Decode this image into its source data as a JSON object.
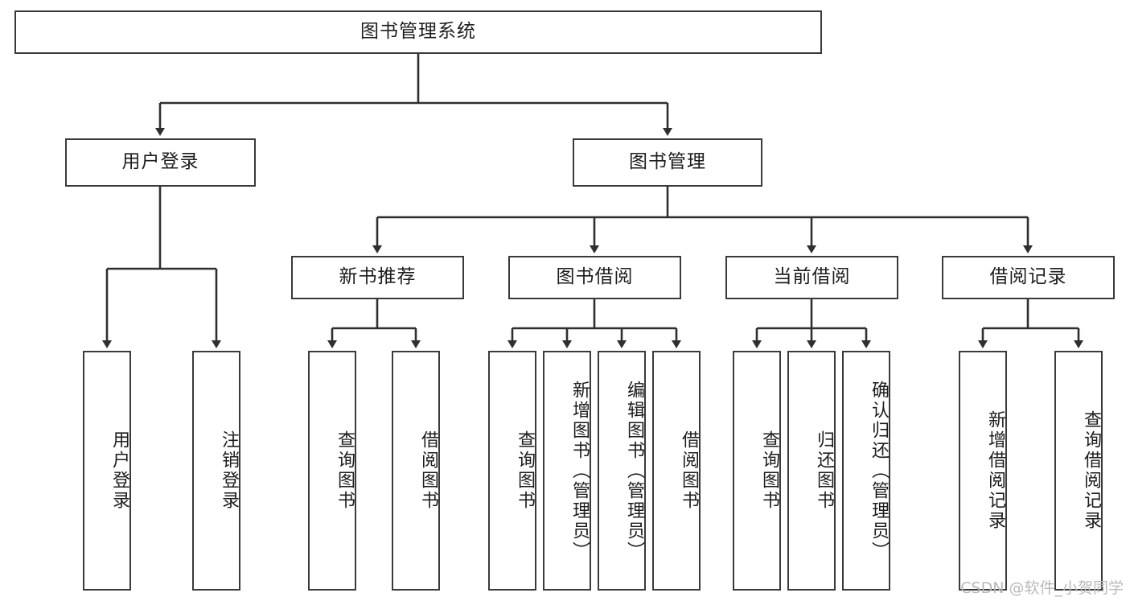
{
  "diagram": {
    "title": "图书管理系统",
    "type": "tree",
    "root": {
      "label": "图书管理系统"
    },
    "level2": [
      {
        "id": "user-login",
        "label": "用户登录"
      },
      {
        "id": "book-manage",
        "label": "图书管理"
      }
    ],
    "level3": [
      {
        "id": "new-book-recommend",
        "label": "新书推荐",
        "parent": "book-manage"
      },
      {
        "id": "book-borrow",
        "label": "图书借阅",
        "parent": "book-manage"
      },
      {
        "id": "current-borrow",
        "label": "当前借阅",
        "parent": "book-manage"
      },
      {
        "id": "borrow-record",
        "label": "借阅记录",
        "parent": "book-manage"
      }
    ],
    "leaves": [
      {
        "id": "leaf-user-login",
        "label": "用户登录",
        "parent": "user-login"
      },
      {
        "id": "leaf-logout-login",
        "label": "注销登录",
        "parent": "user-login"
      },
      {
        "id": "leaf-query-book-1",
        "label": "查询图书",
        "parent": "new-book-recommend"
      },
      {
        "id": "leaf-borrow-book-1",
        "label": "借阅图书",
        "parent": "new-book-recommend"
      },
      {
        "id": "leaf-query-book-2",
        "label": "查询图书",
        "parent": "book-borrow"
      },
      {
        "id": "leaf-add-book",
        "label": "新增图书（管理员）",
        "parent": "book-borrow"
      },
      {
        "id": "leaf-edit-book",
        "label": "编辑图书（管理员）",
        "parent": "book-borrow"
      },
      {
        "id": "leaf-borrow-book-2",
        "label": "借阅图书",
        "parent": "book-borrow"
      },
      {
        "id": "leaf-query-book-3",
        "label": "查询图书",
        "parent": "current-borrow"
      },
      {
        "id": "leaf-return-book",
        "label": "归还图书",
        "parent": "current-borrow"
      },
      {
        "id": "leaf-confirm-return",
        "label": "确认归还（管理员）",
        "parent": "current-borrow"
      },
      {
        "id": "leaf-add-record",
        "label": "新增借阅记录",
        "parent": "borrow-record"
      },
      {
        "id": "leaf-query-record",
        "label": "查询借阅记录",
        "parent": "borrow-record"
      }
    ]
  },
  "watermark": {
    "text": "CSDN @软件_小贺同学"
  },
  "colors": {
    "stroke": "#3a3a3a",
    "background": "#ffffff",
    "text": "#1d1d1d",
    "watermark": "#b9b9b9"
  }
}
